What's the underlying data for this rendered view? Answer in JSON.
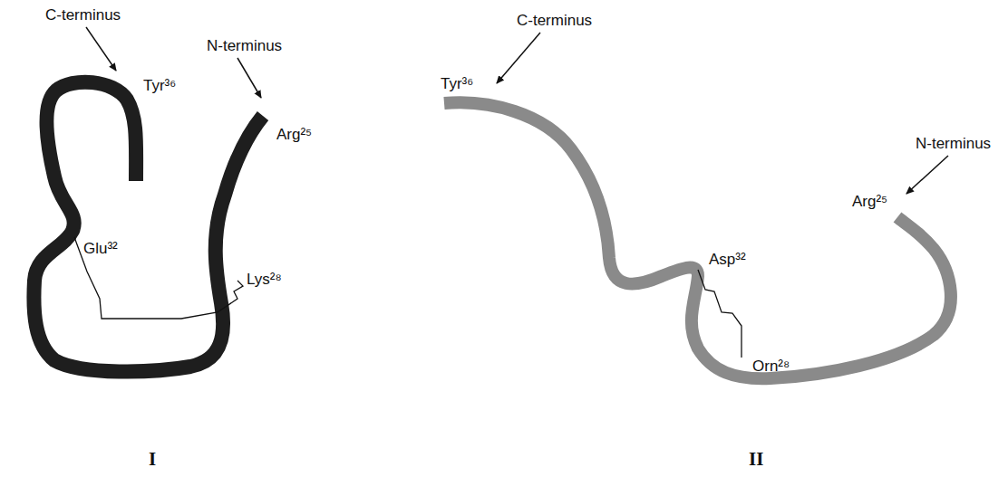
{
  "diagram": {
    "labels": [
      "C-terminus",
      "N-terminus",
      "Tyr³⁶",
      "Arg²⁵",
      "Glu³²",
      "Lys²⁸",
      "I",
      "C-terminus",
      "N-terminus",
      "Tyr³⁶",
      "Asp³²",
      "Orn²⁸",
      "Arg²⁵",
      "II"
    ]
  }
}
